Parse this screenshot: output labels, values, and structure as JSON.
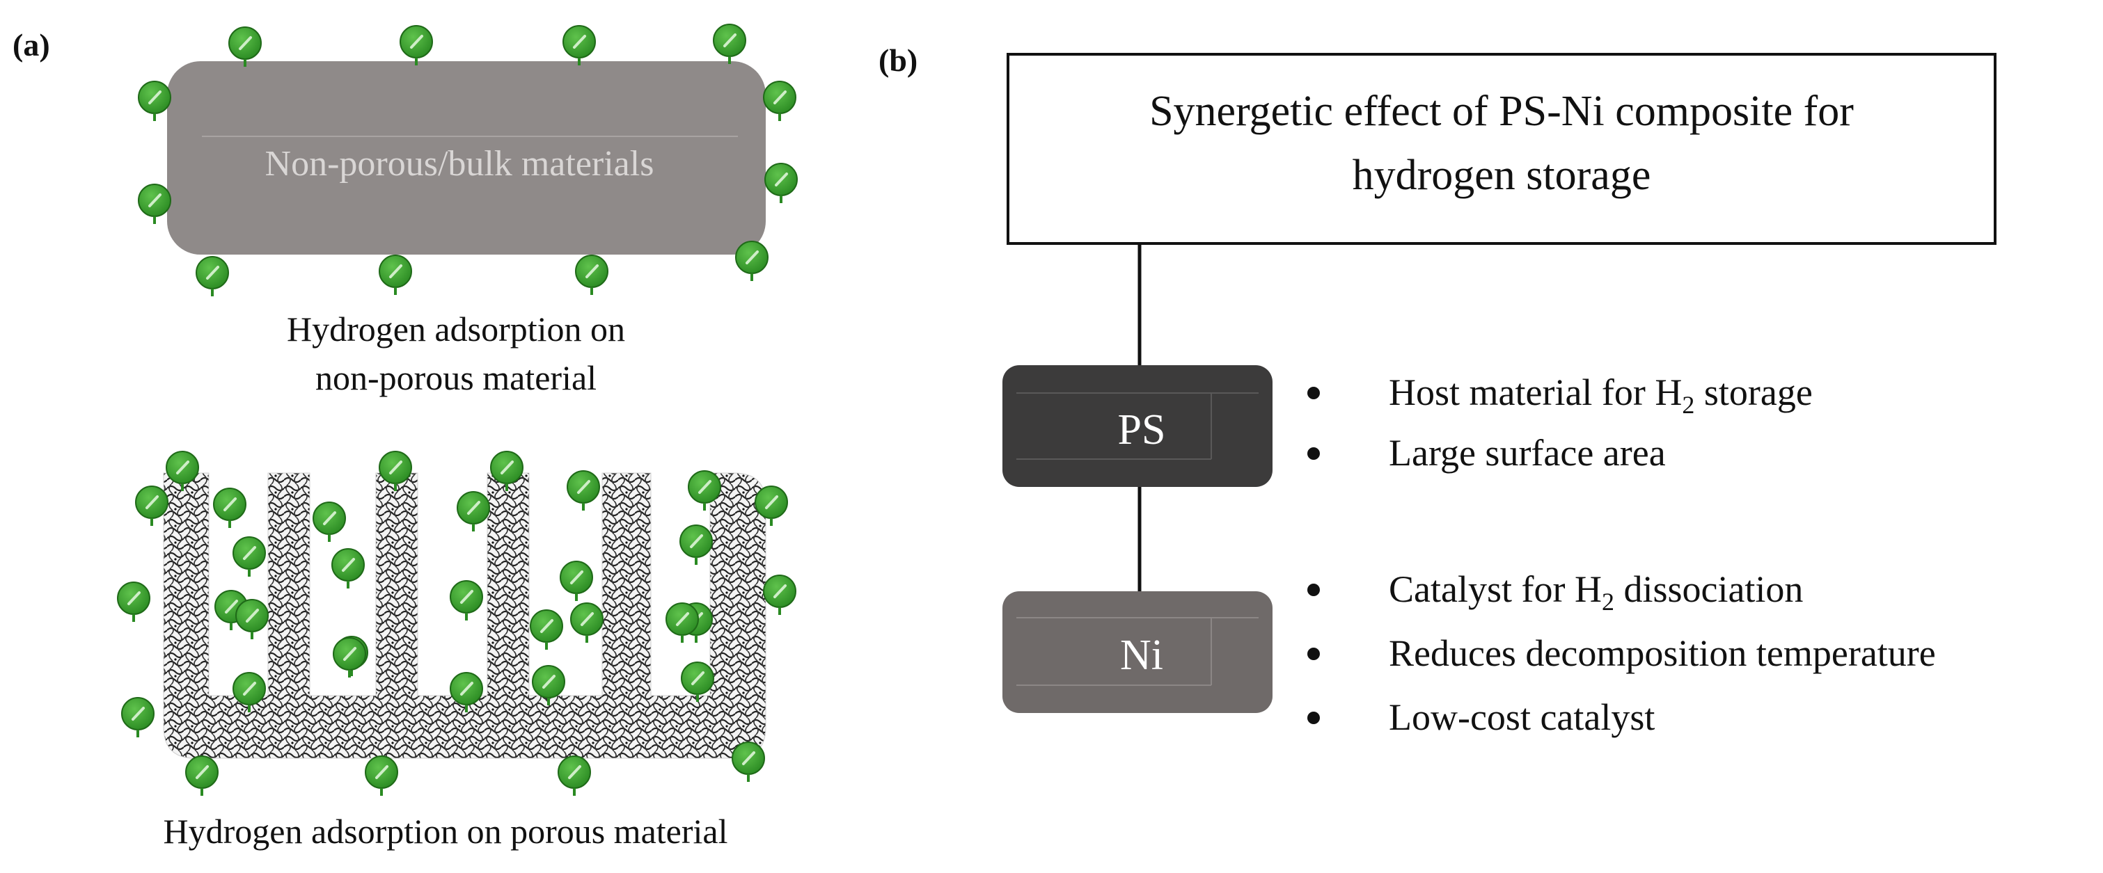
{
  "panel_a": {
    "label": "(a)",
    "bulk_block_text": "Non-porous/bulk materials",
    "caption_nonporous_line1": "Hydrogen adsorption on",
    "caption_nonporous_line2": "non-porous material",
    "caption_porous": "Hydrogen adsorption on porous material"
  },
  "panel_b": {
    "label": "(b)",
    "title_line1": "Synergetic effect of PS-Ni composite for",
    "title_line2": "hydrogen storage",
    "ps_label": "PS",
    "ni_label": "Ni",
    "ps_bullets": [
      {
        "text": "Host material for H",
        "sub": "2",
        "tail": " storage"
      },
      {
        "text": "Large surface area",
        "sub": "",
        "tail": ""
      }
    ],
    "ni_bullets": [
      {
        "text": "Catalyst for H",
        "sub": "2",
        "tail": " dissociation"
      },
      {
        "text": "Reduces decomposition temperature",
        "sub": "",
        "tail": ""
      },
      {
        "text": "Low-cost catalyst",
        "sub": "",
        "tail": ""
      }
    ]
  },
  "colors": {
    "bulk_block": "#8f8a89",
    "bulk_text": "#d9d6d5",
    "ps_box": "#3c3b3b",
    "ni_box": "#6f6a69",
    "hydrogen_fill": "#3a9a2e",
    "hydrogen_dark": "#1f6a18",
    "pattern_ink": "#222222"
  },
  "icons": {
    "hydrogen": "hydrogen-molecule-icon",
    "bullet": "bullet-dot-icon"
  }
}
